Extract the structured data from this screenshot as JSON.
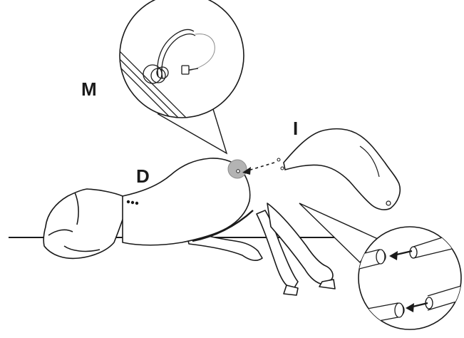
{
  "labels": {
    "m": "M",
    "d": "D",
    "i": "I"
  },
  "colors": {
    "line": "#1a1a1a",
    "highlight": "#9a9a9a",
    "fill": "#ffffff"
  },
  "icons": {
    "arrow": "arrow-left-icon"
  }
}
